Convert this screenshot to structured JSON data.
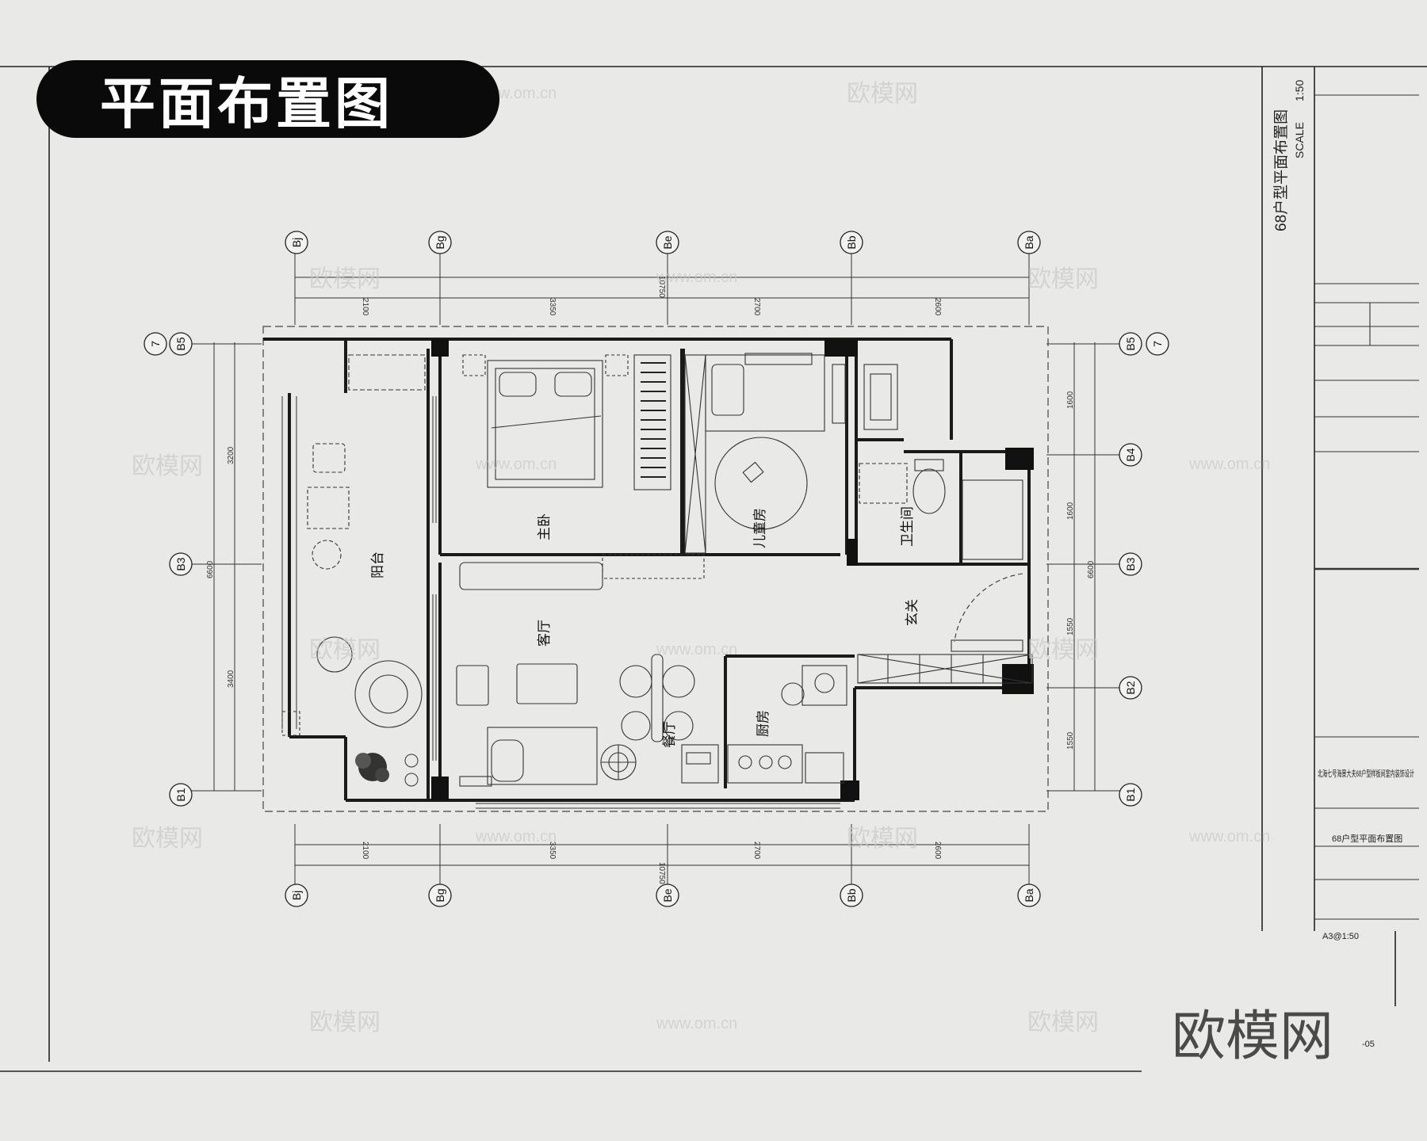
{
  "header": {
    "title": "平面布置图"
  },
  "sheet_title": {
    "text": "68户型平面布置图",
    "scale_label": "SCALE",
    "scale_value": "1:50"
  },
  "axes": {
    "columns": [
      "Bj",
      "Bg",
      "Be",
      "Bb",
      "Ba"
    ],
    "rows_left": [
      "B5",
      "B3",
      "B1"
    ],
    "rows_right": [
      "B5",
      "B4",
      "B3",
      "B2",
      "B1"
    ],
    "row_marker": "7"
  },
  "dimensions": {
    "top_total": "10750",
    "top_segments": [
      "2100",
      "3350",
      "2700",
      "2600"
    ],
    "bottom_total": "10750",
    "bottom_segments": [
      "2100",
      "3350",
      "2700",
      "2600"
    ],
    "left_total": "6600",
    "left_segments": [
      "3200",
      "3400"
    ],
    "right_total": "6600",
    "right_segments": [
      "1600",
      "1600",
      "1550",
      "1550"
    ]
  },
  "rooms": {
    "balcony": "阳台",
    "master_bedroom": "主卧",
    "kids_room": "儿童房",
    "bathroom": "卫生间",
    "living_room": "客厅",
    "entrance": "玄关",
    "dining": "餐厅",
    "kitchen": "厨房"
  },
  "title_block": {
    "project_text": "北海七号海景大夫68户型样板间室内装饰设计",
    "drawing_name": "68户型平面布置图",
    "sheet_spec": "A3@1:50"
  },
  "watermark": {
    "brand": "欧模网",
    "url": "www.om.cn"
  },
  "page_number": "-05"
}
